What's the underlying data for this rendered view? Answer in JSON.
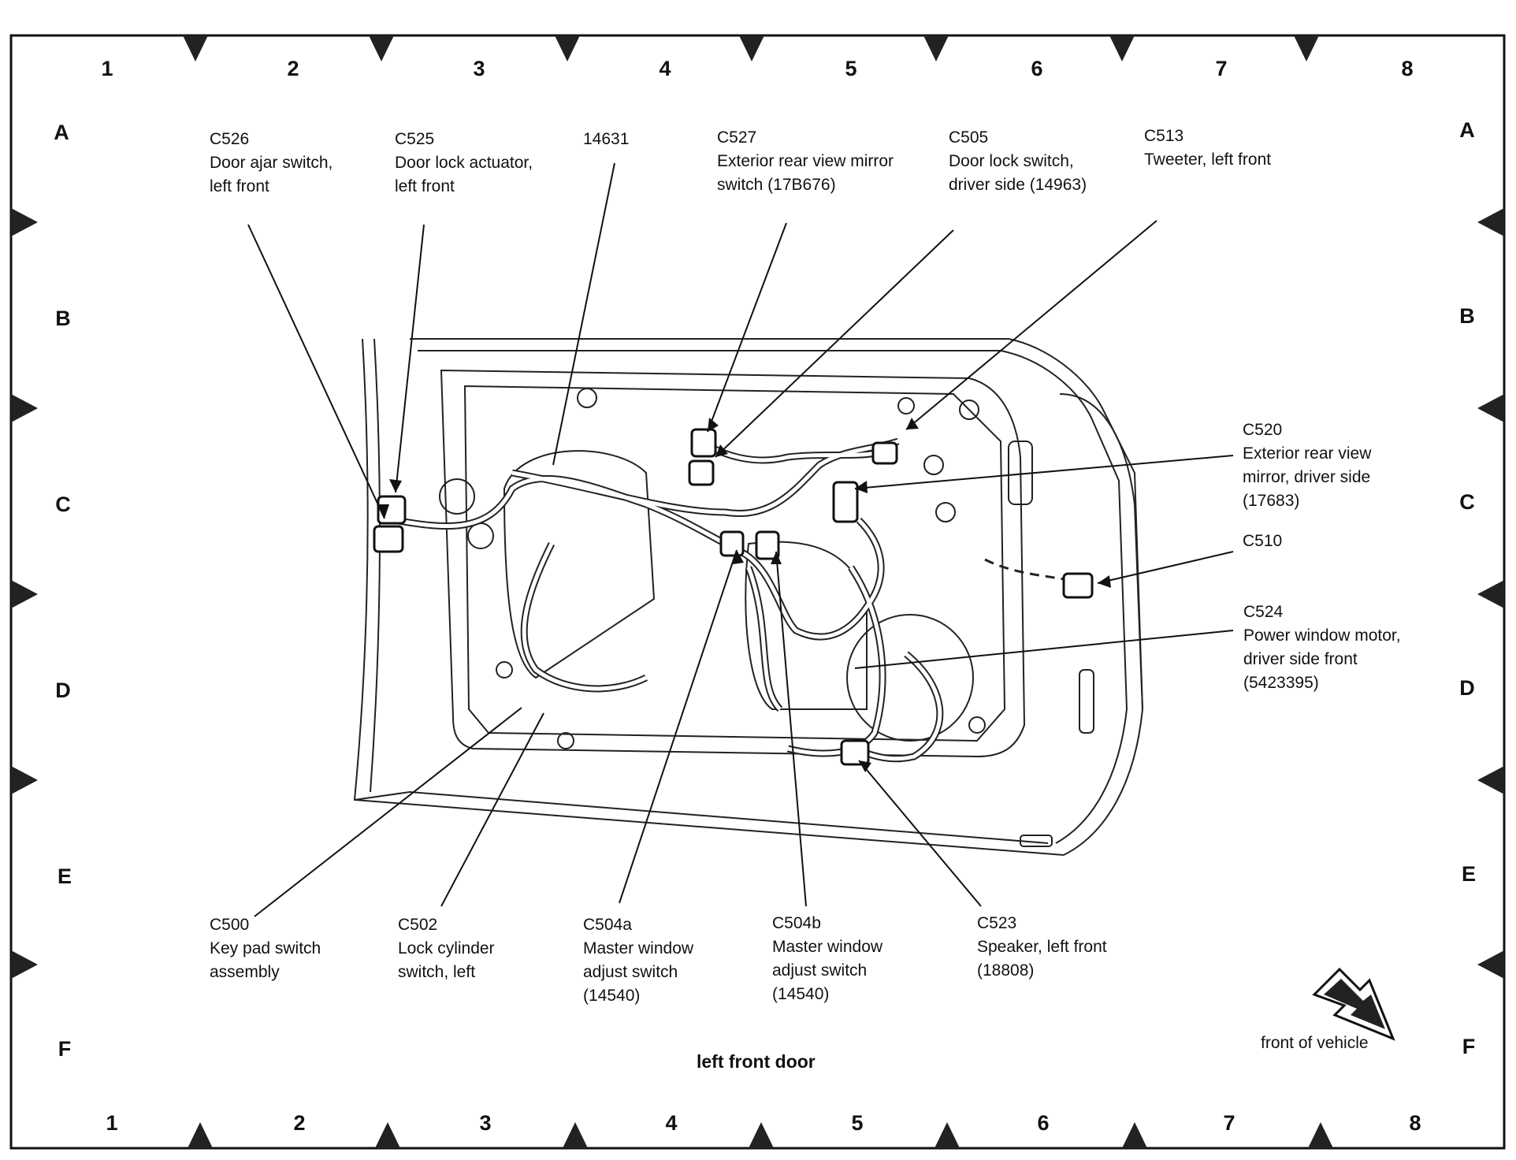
{
  "grid": {
    "top_columns": [
      "1",
      "2",
      "3",
      "4",
      "5",
      "6",
      "7",
      "8"
    ],
    "bottom_columns": [
      "1",
      "2",
      "3",
      "4",
      "5",
      "6",
      "7",
      "8"
    ],
    "left_rows": [
      "A",
      "B",
      "C",
      "D",
      "E",
      "F"
    ],
    "right_rows": [
      "A",
      "B",
      "C",
      "D",
      "E",
      "F"
    ]
  },
  "caption": "left front door",
  "front_of_vehicle": "front of vehicle",
  "callouts": {
    "c526": {
      "code": "C526",
      "line1": "Door ajar switch,",
      "line2": "left front"
    },
    "c525": {
      "code": "C525",
      "line1": "Door lock actuator,",
      "line2": "left front"
    },
    "n14631": {
      "code": "14631"
    },
    "c527": {
      "code": "C527",
      "line1": "Exterior rear view mirror",
      "line2": "switch (17B676)"
    },
    "c505": {
      "code": "C505",
      "line1": "Door lock switch,",
      "line2": "driver side (14963)"
    },
    "c513": {
      "code": "C513",
      "line1": "Tweeter, left front"
    },
    "c520": {
      "code": "C520",
      "line1": "Exterior rear view",
      "line2": "mirror, driver side",
      "line3": "(17683)"
    },
    "c510": {
      "code": "C510"
    },
    "c524": {
      "code": "C524",
      "line1": "Power window motor,",
      "line2": "driver side front",
      "line3": "(5423395)"
    },
    "c500": {
      "code": "C500",
      "line1": "Key pad switch",
      "line2": "assembly"
    },
    "c502": {
      "code": "C502",
      "line1": "Lock cylinder",
      "line2": "switch, left"
    },
    "c504a": {
      "code": "C504a",
      "line1": "Master window",
      "line2": "adjust switch",
      "line3": "(14540)"
    },
    "c504b": {
      "code": "C504b",
      "line1": "Master window",
      "line2": "adjust switch",
      "line3": "(14540)"
    },
    "c523": {
      "code": "C523",
      "line1": "Speaker, left front",
      "line2": "(18808)"
    }
  }
}
